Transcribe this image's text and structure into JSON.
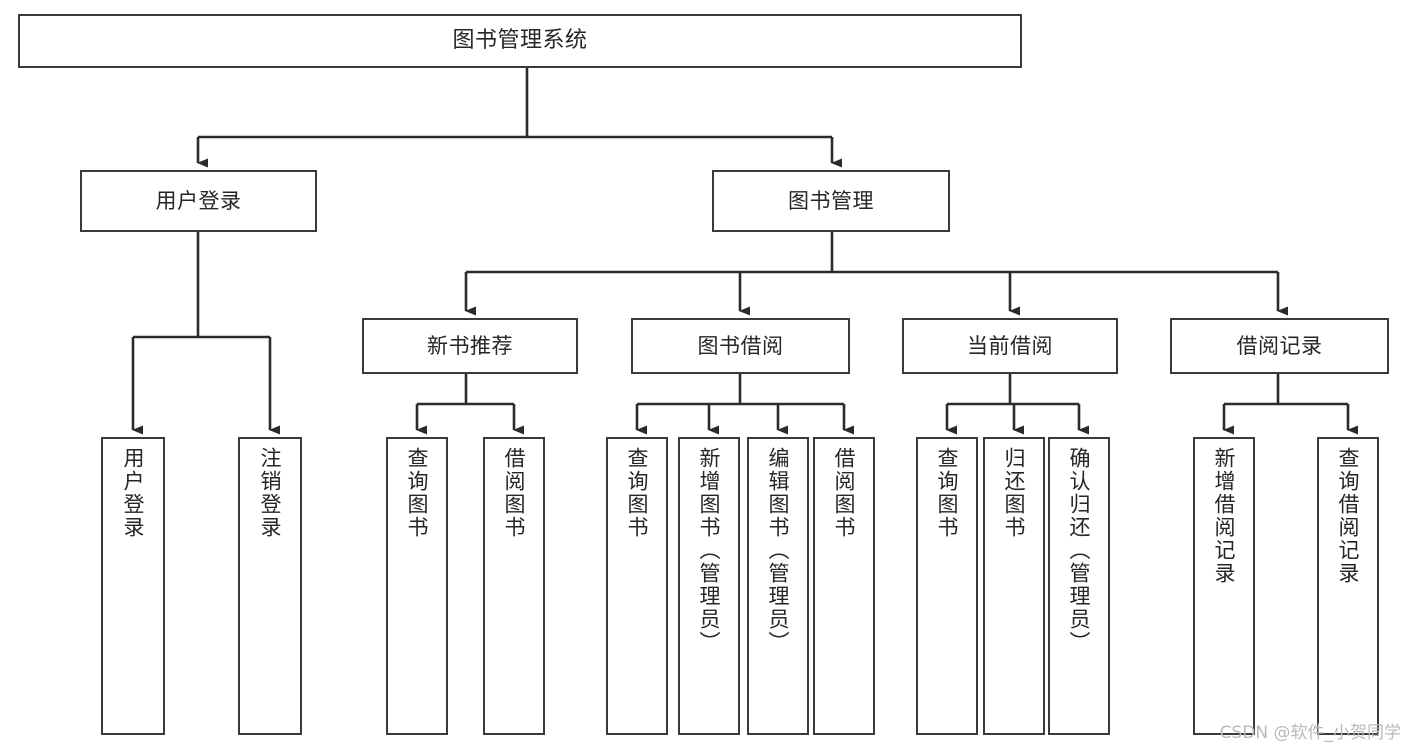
{
  "diagram": {
    "type": "tree-hierarchy",
    "title": "图书管理系统",
    "watermark": "CSDN @软件_小贺同学",
    "colors": {
      "background": "#ffffff",
      "stroke": "#3a3a3a",
      "text": "#262626",
      "watermark": "#b9b9b9"
    },
    "nodes": {
      "root": {
        "label": "图书管理系统",
        "level": 1,
        "orientation": "horizontal"
      },
      "level2": [
        {
          "id": "user-login",
          "label": "用户登录",
          "orientation": "horizontal"
        },
        {
          "id": "book-manage",
          "label": "图书管理",
          "orientation": "horizontal"
        }
      ],
      "level3": [
        {
          "id": "new-book-recommend",
          "label": "新书推荐",
          "orientation": "horizontal"
        },
        {
          "id": "book-borrow",
          "label": "图书借阅",
          "orientation": "horizontal"
        },
        {
          "id": "current-borrow",
          "label": "当前借阅",
          "orientation": "horizontal"
        },
        {
          "id": "borrow-record",
          "label": "借阅记录",
          "orientation": "horizontal"
        }
      ],
      "leaves": [
        {
          "id": "leaf-user-login",
          "parent": "user-login",
          "label": "用户登录",
          "orientation": "vertical"
        },
        {
          "id": "leaf-user-logout",
          "parent": "user-login",
          "label": "注销登录",
          "orientation": "vertical"
        },
        {
          "id": "leaf-query-book-1",
          "parent": "new-book-recommend",
          "label": "查询图书",
          "orientation": "vertical"
        },
        {
          "id": "leaf-borrow-book-1",
          "parent": "new-book-recommend",
          "label": "借阅图书",
          "orientation": "vertical"
        },
        {
          "id": "leaf-query-book-2",
          "parent": "book-borrow",
          "label": "查询图书",
          "orientation": "vertical"
        },
        {
          "id": "leaf-add-book",
          "parent": "book-borrow",
          "label": "新增图书（管理员）",
          "orientation": "vertical"
        },
        {
          "id": "leaf-edit-book",
          "parent": "book-borrow",
          "label": "编辑图书（管理员）",
          "orientation": "vertical"
        },
        {
          "id": "leaf-borrow-book-2",
          "parent": "book-borrow",
          "label": "借阅图书",
          "orientation": "vertical"
        },
        {
          "id": "leaf-query-book-3",
          "parent": "current-borrow",
          "label": "查询图书",
          "orientation": "vertical"
        },
        {
          "id": "leaf-return-book",
          "parent": "current-borrow",
          "label": "归还图书",
          "orientation": "vertical"
        },
        {
          "id": "leaf-confirm-return",
          "parent": "current-borrow",
          "label": "确认归还（管理员）",
          "orientation": "vertical"
        },
        {
          "id": "leaf-add-record",
          "parent": "borrow-record",
          "label": "新增借阅记录",
          "orientation": "vertical"
        },
        {
          "id": "leaf-query-record",
          "parent": "borrow-record",
          "label": "查询借阅记录",
          "orientation": "vertical"
        }
      ]
    }
  }
}
